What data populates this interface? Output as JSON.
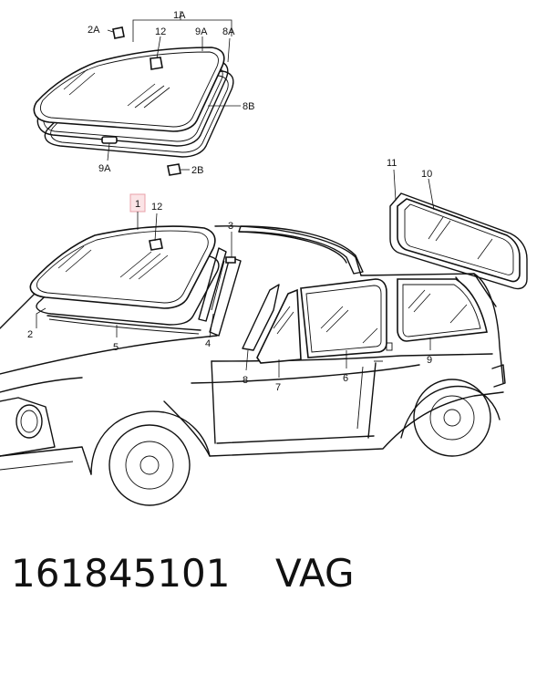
{
  "callouts": {
    "top_1A": "1A",
    "top_2A": "2A",
    "top_12": "12",
    "top_9A_upper": "9A",
    "top_8A": "8A",
    "top_8B": "8B",
    "top_9A_lower": "9A",
    "top_2B": "2B",
    "car_1": "1",
    "car_12": "12",
    "car_3": "3",
    "car_2": "2",
    "car_5": "5",
    "car_4": "4",
    "car_8": "8",
    "car_7": "7",
    "car_6": "6",
    "car_9": "9",
    "car_10": "10",
    "car_11": "11"
  },
  "caption": {
    "part_number": "161845101",
    "brand": "VAG"
  },
  "colors": {
    "line": "#111111",
    "highlight_box_border": "#e8a0a8",
    "highlight_box_fill": "#fbe4e6"
  }
}
